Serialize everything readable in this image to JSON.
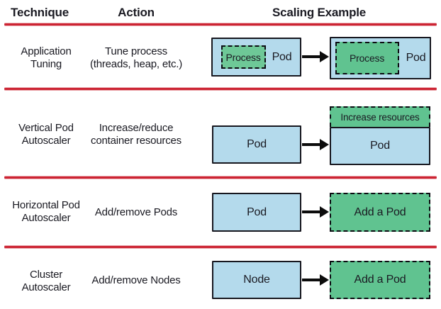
{
  "figure": "kubernetes-scaling-techniques",
  "colors": {
    "divider": "#cc2433",
    "pod_fill": "#b4daec",
    "scale_fill": "#60c390",
    "scale_fill_light": "#6ec897",
    "box_border": "#17171f",
    "ink": "#1a1a22"
  },
  "header": {
    "technique": "Technique",
    "action": "Action",
    "scaling_example": "Scaling Example"
  },
  "rows": [
    {
      "technique": [
        "Application",
        "Tuning"
      ],
      "action": [
        "Tune process",
        "(threads, heap, etc.)"
      ],
      "example": {
        "before": {
          "container": "Pod",
          "inner": "Process"
        },
        "after": {
          "container": "Pod",
          "inner": "Process"
        }
      }
    },
    {
      "technique": [
        "Vertical Pod",
        "Autoscaler"
      ],
      "action": [
        "Increase/reduce",
        "container resources"
      ],
      "example": {
        "before": {
          "container": "Pod"
        },
        "after": {
          "container": "Pod",
          "overlay": "Increase resources"
        }
      }
    },
    {
      "technique": [
        "Horizontal Pod",
        "Autoscaler"
      ],
      "action": [
        "Add/remove Pods"
      ],
      "example": {
        "before": {
          "container": "Pod"
        },
        "after": {
          "added": "Add a Pod"
        }
      }
    },
    {
      "technique": [
        "Cluster",
        "Autoscaler"
      ],
      "action": [
        "Add/remove Nodes"
      ],
      "example": {
        "before": {
          "container": "Node"
        },
        "after": {
          "added": "Add a Pod"
        }
      }
    }
  ]
}
